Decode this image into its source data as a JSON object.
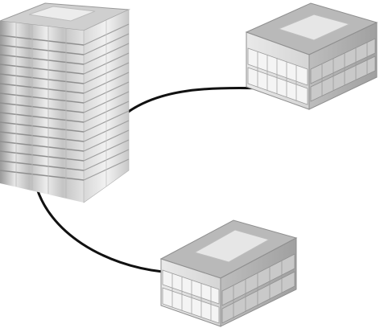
{
  "diagram": {
    "nodes": [
      {
        "id": "tower",
        "kind": "high-rise-building-icon"
      },
      {
        "id": "site-a",
        "kind": "low-rise-building-icon"
      },
      {
        "id": "site-b",
        "kind": "low-rise-building-icon"
      }
    ],
    "links": [
      {
        "from": "tower",
        "to": "site-a"
      },
      {
        "from": "tower",
        "to": "site-b"
      }
    ],
    "colors": {
      "roof_light": "#d9d9d9",
      "roof_mid": "#b5b5b5",
      "wall_dark": "#8c8c8c",
      "wall_light": "#ededed",
      "window_line": "#9a9a9a",
      "link": "#111111"
    }
  }
}
